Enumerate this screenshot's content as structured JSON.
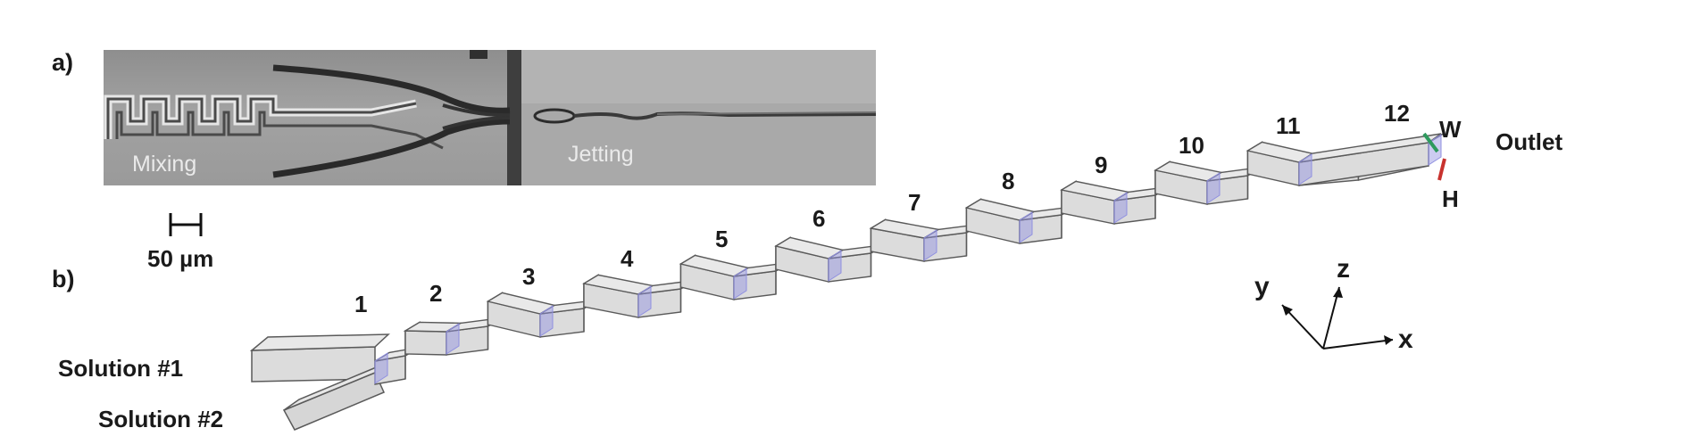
{
  "panels": {
    "a": {
      "label": "a)",
      "mixing_label": "Mixing",
      "jetting_label": "Jetting"
    },
    "b": {
      "label": "b)"
    }
  },
  "scale_bar": {
    "label": "50 µm"
  },
  "channel": {
    "segment_numbers": [
      "1",
      "2",
      "3",
      "4",
      "5",
      "6",
      "7",
      "8",
      "9",
      "10",
      "11",
      "12"
    ],
    "inlet_labels": [
      "Solution #1",
      "Solution #2"
    ],
    "outlet_label": "Outlet",
    "width_label": "W",
    "height_label": "H"
  },
  "axes": {
    "x": "x",
    "y": "y",
    "z": "z"
  },
  "colors": {
    "channel_fill": "#dcdcdc",
    "channel_edge": "#5a5a5a",
    "cross_section": "#8f8fe0",
    "width_marker": "#2e9a5e",
    "height_marker": "#c8322e"
  }
}
